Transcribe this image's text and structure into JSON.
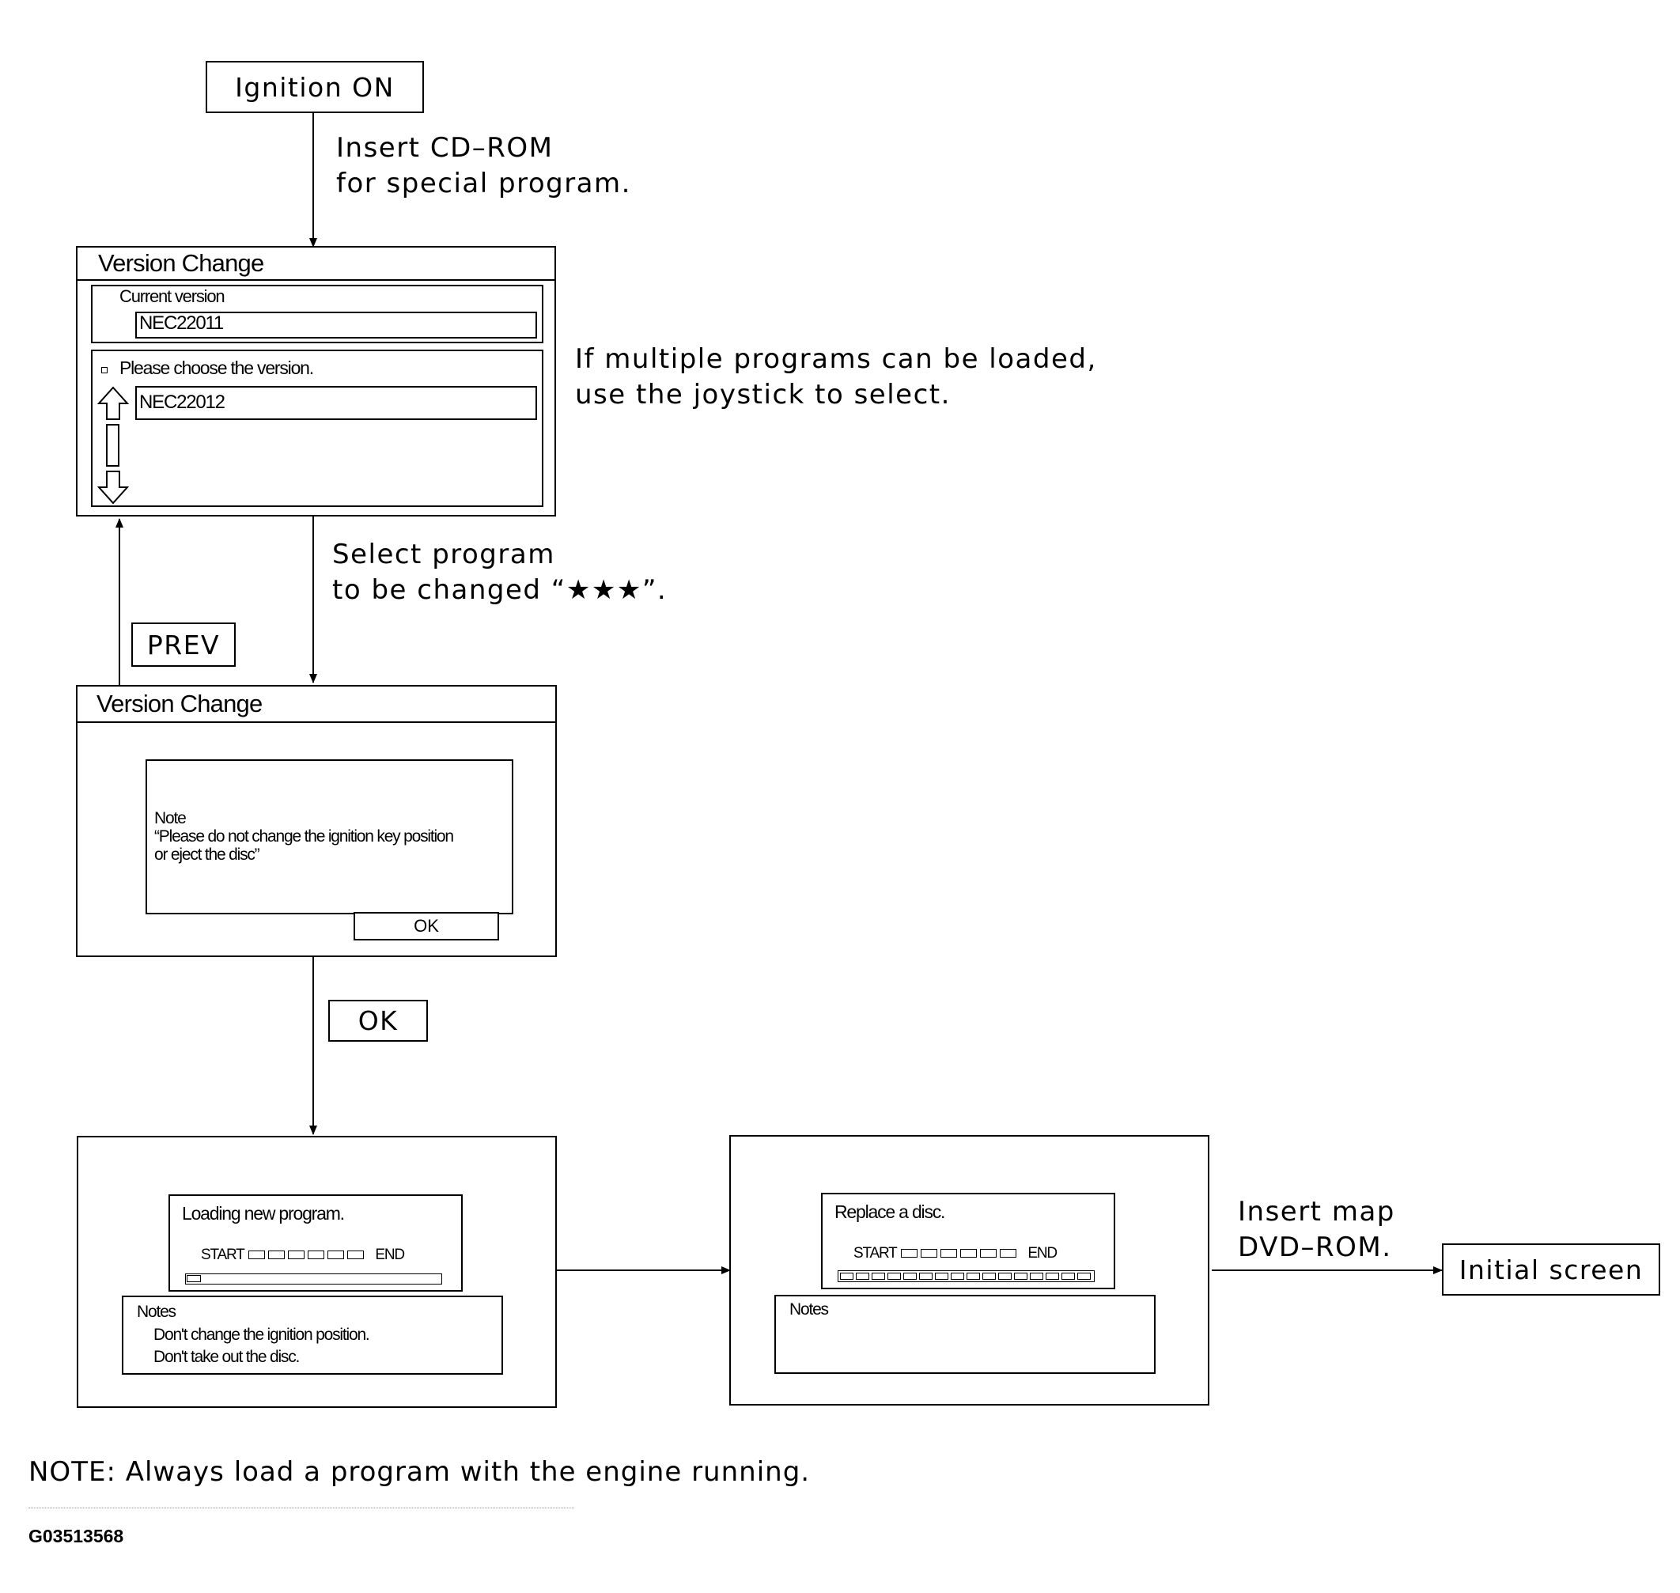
{
  "nodes": {
    "ignition": "Ignition ON",
    "prev": "PREV",
    "ok": "OK",
    "initial_screen": "Initial screen"
  },
  "annotations": {
    "insert_cd_1": "Insert CD–ROM",
    "insert_cd_2": "for special program.",
    "multiple_1": "If multiple programs can be loaded,",
    "multiple_2": "use the joystick to select.",
    "select_1": "Select program",
    "select_2": "to be changed “★★★”.",
    "insert_map_1": "Insert map",
    "insert_map_2": "DVD–ROM."
  },
  "screen1": {
    "title": "Version Change",
    "current_label": "Current version",
    "current_value": "NEC22011",
    "choose_label": "Please choose the version.",
    "choice_value": "NEC22012"
  },
  "screen2": {
    "title": "Version Change",
    "note_title": "Note",
    "note_line1": "“Please do not change the ignition key position",
    "note_line2": "or eject the disc”",
    "ok_button": "OK"
  },
  "screen3": {
    "message": "Loading new program.",
    "start": "START",
    "end": "END",
    "progress": 0.05,
    "notes_title": "Notes",
    "note1": "Don't change the ignition position.",
    "note2": "Don't take out the disc."
  },
  "screen4": {
    "message": "Replace a disc.",
    "start": "START",
    "end": "END",
    "progress": 1.0,
    "notes_title": "Notes"
  },
  "footer": {
    "note": "NOTE: Always load a program with the engine running.",
    "figure_id": "G03513568"
  }
}
